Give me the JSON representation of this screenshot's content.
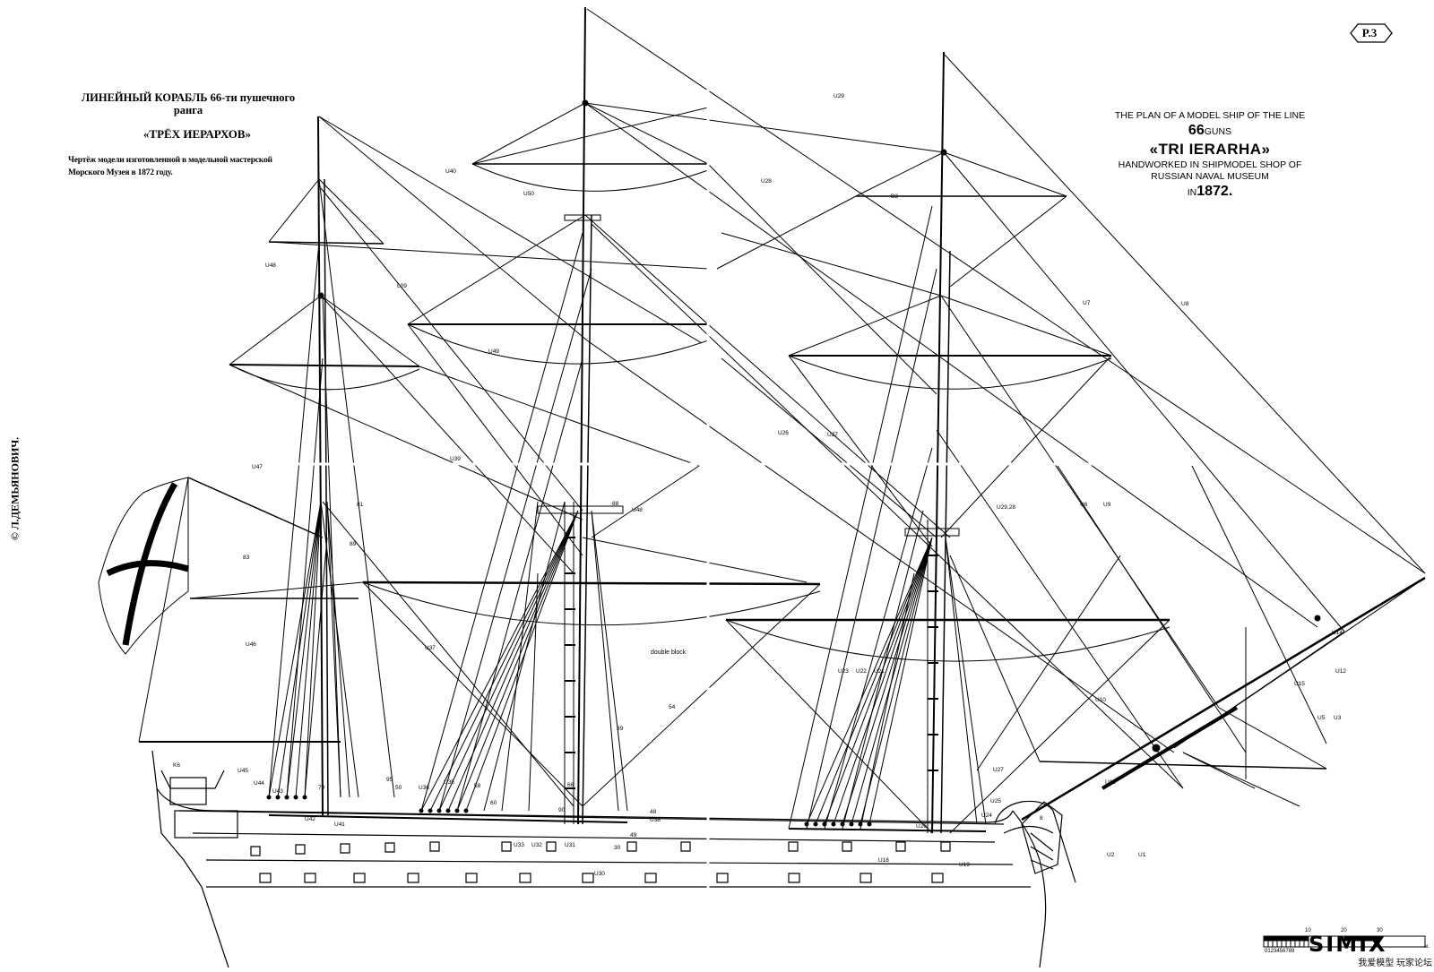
{
  "page_badge": "P.3",
  "copyright": "© Л.ДЕМЬЯНОВИЧ.",
  "russian_title": {
    "line1": "ЛИНЕЙНЫЙ КОРАБЛЬ 66-ти пушечного",
    "line2": "ранга",
    "name": "«ТРЁХ ИЕРАРХОВ»",
    "sub1": "Чертёж модели изготовленной в модельной мастерской",
    "sub2": "Морского Музея в 1872 году."
  },
  "english_title": {
    "line1": "THE PLAN OF A MODEL SHIP OF THE LINE",
    "guns_number": "66",
    "guns_unit": "GUNS",
    "name": "«TRI IERARHA»",
    "line3": "HANDWORKED IN SHIPMODEL SHOP OF",
    "line4": "RUSSIAN NAVAL MUSEUM",
    "year_prefix": "IN",
    "year": "1872."
  },
  "rigging_labels": [
    {
      "text": "U29"
    },
    {
      "text": "U40"
    },
    {
      "text": "U50"
    },
    {
      "text": "U28"
    },
    {
      "text": "U48"
    },
    {
      "text": "L09"
    },
    {
      "text": "U49"
    },
    {
      "text": "U39"
    },
    {
      "text": "U47"
    },
    {
      "text": "U26"
    },
    {
      "text": "U27"
    },
    {
      "text": "U7"
    },
    {
      "text": "U8"
    },
    {
      "text": "U6"
    },
    {
      "text": "U9"
    },
    {
      "text": "U46"
    },
    {
      "text": "U37"
    },
    {
      "text": "U29,28"
    },
    {
      "text": "U23"
    },
    {
      "text": "U22"
    },
    {
      "text": "U21"
    },
    {
      "text": "U10"
    },
    {
      "text": "U15"
    },
    {
      "text": "U14"
    },
    {
      "text": "U12"
    },
    {
      "text": "U5"
    },
    {
      "text": "U3"
    },
    {
      "text": "U11"
    },
    {
      "text": "U2"
    },
    {
      "text": "U1"
    },
    {
      "text": "U27"
    },
    {
      "text": "U25"
    },
    {
      "text": "U24"
    },
    {
      "text": "U38"
    },
    {
      "text": "U36"
    },
    {
      "text": "U35"
    },
    {
      "text": "U33"
    },
    {
      "text": "U32"
    },
    {
      "text": "U31"
    },
    {
      "text": "U30"
    },
    {
      "text": "U18"
    },
    {
      "text": "U19"
    },
    {
      "text": "U44"
    },
    {
      "text": "U43"
    },
    {
      "text": "U42"
    },
    {
      "text": "U41"
    },
    {
      "text": "U45"
    },
    {
      "text": "U26"
    },
    {
      "text": "B3"
    },
    {
      "text": "K6"
    },
    {
      "text": "83"
    },
    {
      "text": "81"
    },
    {
      "text": "89"
    },
    {
      "text": "88"
    },
    {
      "text": "95"
    },
    {
      "text": "79"
    },
    {
      "text": "90"
    },
    {
      "text": "50"
    },
    {
      "text": "58"
    },
    {
      "text": "60"
    },
    {
      "text": "66"
    },
    {
      "text": "49"
    },
    {
      "text": "48"
    },
    {
      "text": "39"
    },
    {
      "text": "54"
    },
    {
      "text": "30"
    },
    {
      "text": "U48"
    },
    {
      "text": "8"
    }
  ],
  "annotation_double_block": "double block",
  "scale": {
    "digits": "0123456789",
    "marks": [
      "10",
      "20",
      "30"
    ],
    "unit": "м."
  },
  "watermark": {
    "logo": "SIMIX",
    "cn_text": "我爱模型 玩家论坛"
  },
  "colors": {
    "ink": "#000000",
    "paper": "#ffffff"
  }
}
